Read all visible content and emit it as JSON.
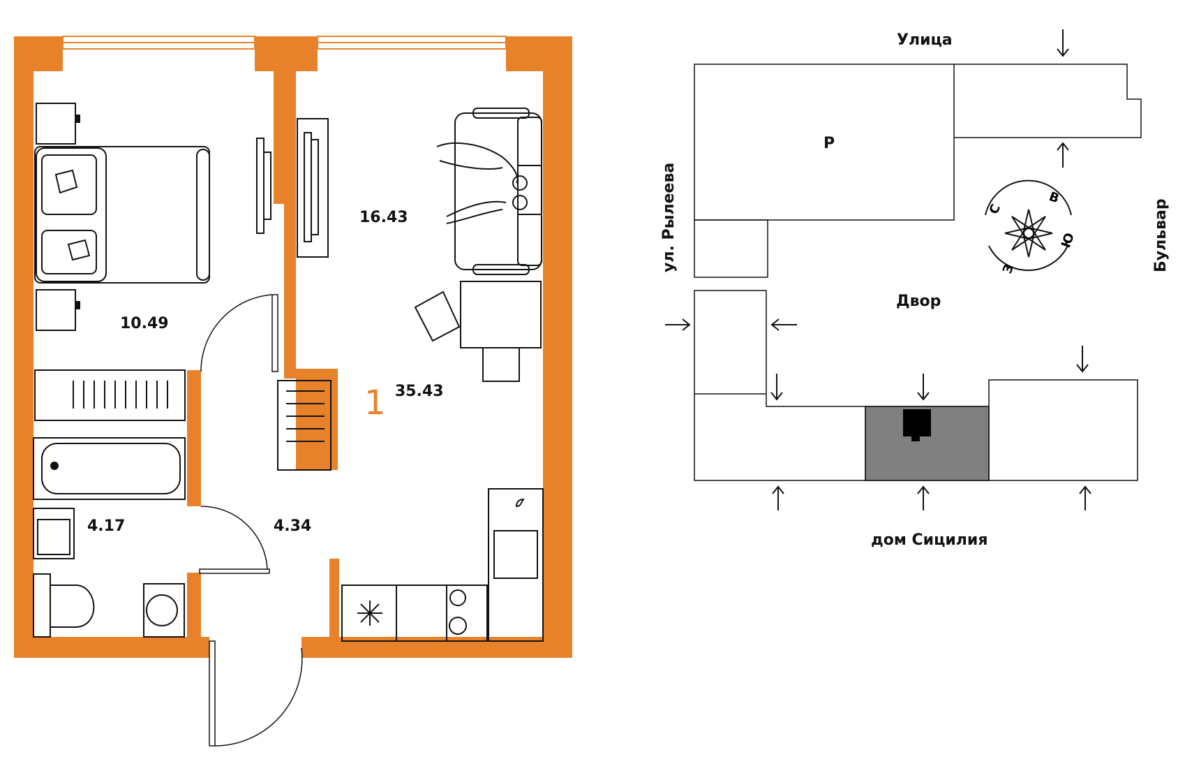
{
  "colors": {
    "wall": "#e8822a",
    "line": "#111111",
    "shade": "#808080"
  },
  "floorplan": {
    "rooms_count": "1",
    "total_area": "35.43",
    "bedroom_area": "10.49",
    "living_area": "16.43",
    "bathroom_area": "4.17",
    "hall_area": "4.34"
  },
  "siteplan": {
    "street_top": "Улица",
    "street_left": "ул. Рылеева",
    "street_right": "Бульвар",
    "yard": "Двор",
    "building_bottom": "дом Сицилия",
    "building_p": "Р",
    "compass": {
      "n": "С",
      "e": "В",
      "s": "Ю",
      "w": "З"
    }
  },
  "icons": [
    "bed-icon",
    "sofa-icon",
    "tv-icon",
    "table-icon",
    "chair-icon",
    "radiator-icon",
    "bathtub-icon",
    "sink-icon",
    "toilet-icon",
    "washer-icon",
    "fridge-icon",
    "stove-icon",
    "compass-icon",
    "entrance-arrow-icon",
    "pillow-icon"
  ]
}
